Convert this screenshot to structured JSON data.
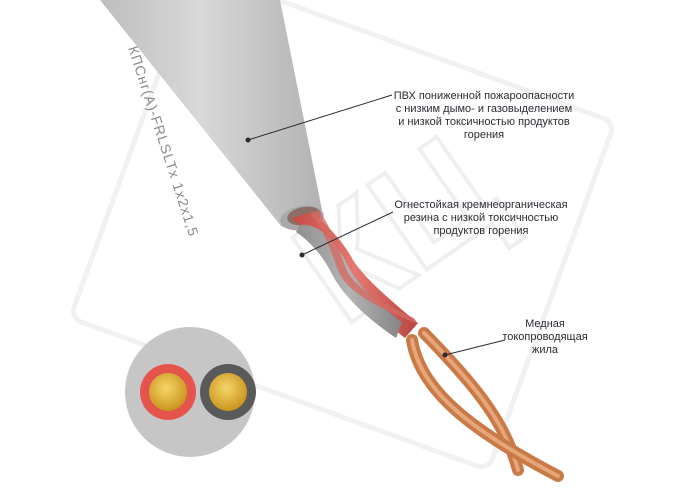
{
  "cable": {
    "marking": "КПСнг(А)-FRLSLTx 1x2x1,5",
    "watermark": "КЦ"
  },
  "labels": {
    "sheath": "ПВХ пониженной пожароопасности\nс низким дымо- и газовыделением\nи низкой токсичностью продуктов\nгорения",
    "insulation": "Огнестойкая кремнеорганическая\nрезина с низкой токсичностью\nпродуктов горения",
    "conductor": "Медная\nтокопроводящая\nжила"
  },
  "colors": {
    "sheath": "#c9c9c9",
    "core_red": "#d85a55",
    "core_grey": "#9a9a9a",
    "copper": "#d08a5a",
    "text": "#2b2b33"
  },
  "icons": {
    "cross_section": "cable-cross-section-icon"
  }
}
